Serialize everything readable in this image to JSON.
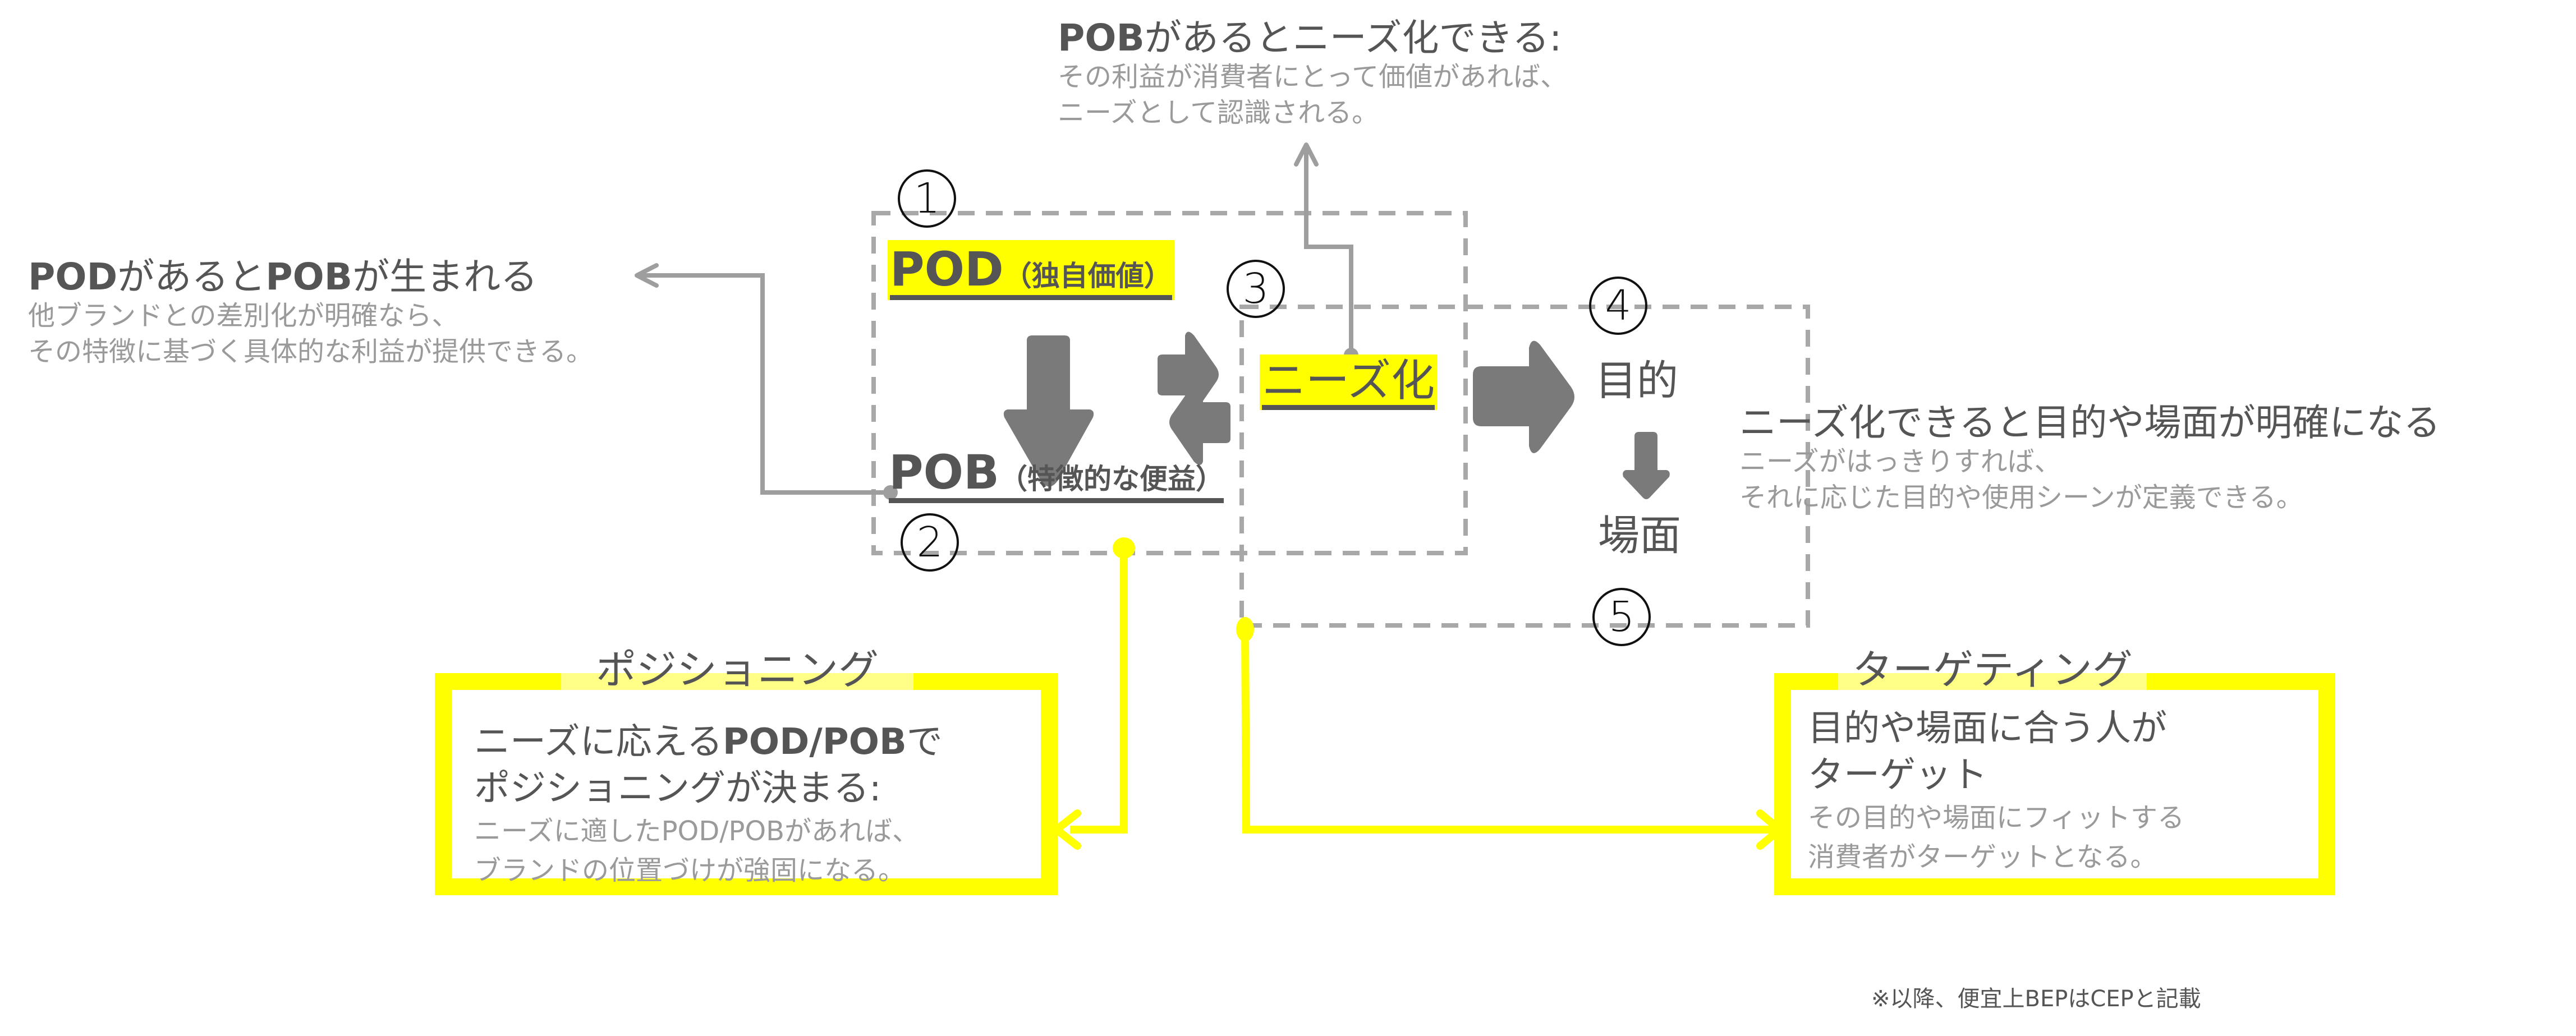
{
  "top_note": {
    "heading_bold": "POB",
    "heading_rest": "があるとニーズ化できる:",
    "sub_lines": [
      "その利益が消費者にとって価値があれば、",
      "ニーズとして認識される。"
    ]
  },
  "left_note": {
    "heading_bold_1": "POD",
    "heading_mid": "があると",
    "heading_bold_2": "POB",
    "heading_rest": "が生まれる",
    "sub_lines": [
      "他ブランドとの差別化が明確なら、",
      "その特徴に基づく具体的な利益が提供できる。"
    ]
  },
  "right_note": {
    "heading": "ニーズ化できると目的や場面が明確になる",
    "sub_lines": [
      "ニーズがはっきりすれば、",
      "それに応じた目的や使用シーンが定義できる。"
    ]
  },
  "flow": {
    "pod": {
      "term": "POD",
      "gloss": "（独自価値）"
    },
    "pob": {
      "term": "POB",
      "gloss": "（特徴的な便益）"
    },
    "needs": {
      "term": "ニーズ化"
    },
    "purpose": "目的",
    "scene": "場面",
    "steps": [
      "1",
      "2",
      "3",
      "4",
      "5"
    ]
  },
  "positioning_box": {
    "title": "ポジショニング",
    "heading_line1_a": "ニーズに応える",
    "heading_line1_bold": "POD/POB",
    "heading_line1_b": "で",
    "heading_line2": "ポジショニングが決まる:",
    "sub_lines": [
      "ニーズに適したPOD/POBがあれば、",
      "ブランドの位置づけが強固になる。"
    ]
  },
  "targeting_box": {
    "title": "ターゲティング",
    "heading_lines": [
      "目的や場面に合う人が",
      "ターゲット"
    ],
    "sub_lines": [
      "その目的や場面にフィットする",
      "消費者がターゲットとなる。"
    ]
  },
  "footnote": "※以降、便宜上BEPはCEPと記載",
  "colors": {
    "accent_yellow": "#ffff00",
    "title_band_yellow": "#ffff88",
    "text_dark": "#555555",
    "text_light": "#9a9a9a",
    "arrow_gray": "#7a7a7a",
    "connector_gray": "#9e9e9e",
    "dash_gray": "#a8a8a8"
  }
}
